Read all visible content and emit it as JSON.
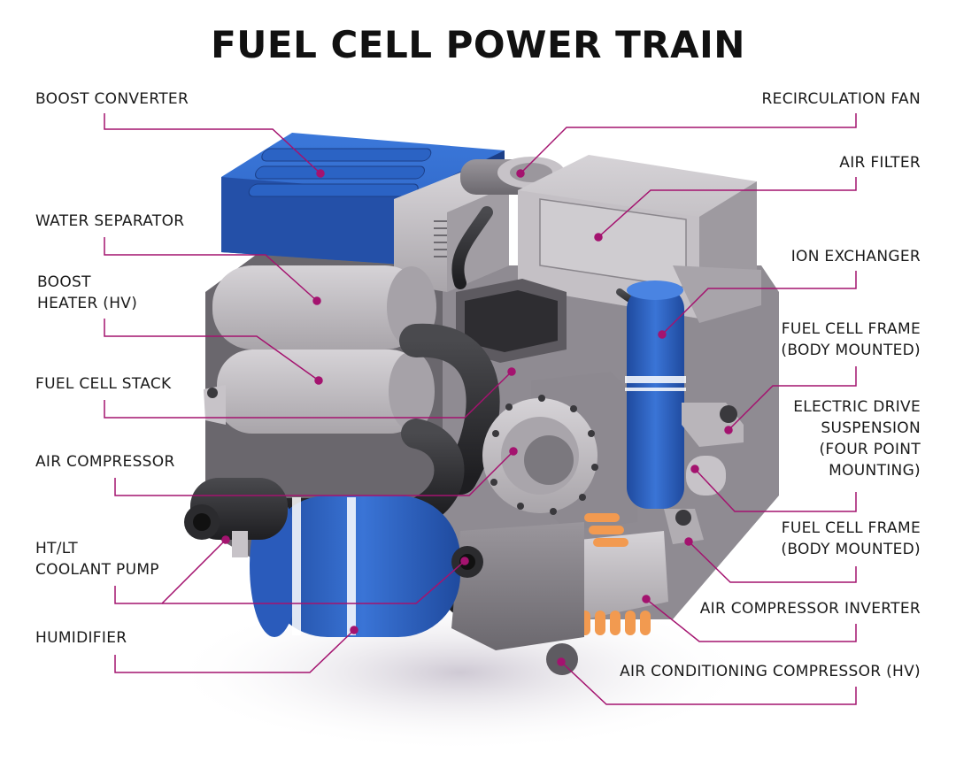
{
  "title": "FUEL CELL POWER TRAIN",
  "colors": {
    "leader": "#a4136f",
    "blue": "#2f66c8",
    "blue_dark": "#1d3f8c",
    "grey": "#bdb9bd",
    "grey_dark": "#7d7a80",
    "hose": "#2b2b2e",
    "orange": "#f29a50"
  },
  "labels_left": {
    "boost_converter": "BOOST CONVERTER",
    "water_separator": "WATER SEPARATOR",
    "boost_heater_1": "BOOST",
    "boost_heater_2": "HEATER (HV)",
    "fuel_cell_stack": "FUEL CELL STACK",
    "air_compressor": "AIR COMPRESSOR",
    "coolant_pump_1": "HT/LT",
    "coolant_pump_2": "COOLANT PUMP",
    "humidifier": "HUMIDIFIER"
  },
  "labels_right": {
    "recirculation_fan": "RECIRCULATION FAN",
    "air_filter": "AIR FILTER",
    "ion_exchanger": "ION EXCHANGER",
    "fuel_cell_frame_top_1": "FUEL CELL FRAME",
    "fuel_cell_frame_top_2": "(BODY MOUNTED)",
    "electric_drive_1": "ELECTRIC DRIVE",
    "electric_drive_2": "SUSPENSION",
    "electric_drive_3": "(FOUR POINT",
    "electric_drive_4": "MOUNTING)",
    "fuel_cell_frame_bottom_1": "FUEL CELL FRAME",
    "fuel_cell_frame_bottom_2": "(BODY MOUNTED)",
    "air_compressor_inverter": "AIR COMPRESSOR INVERTER",
    "ac_compressor": "AIR CONDITIONING COMPRESSOR (HV)"
  }
}
